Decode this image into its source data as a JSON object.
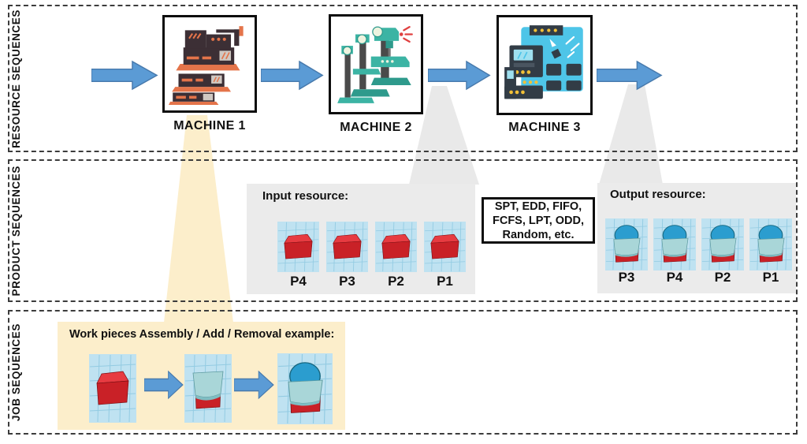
{
  "lanes": [
    {
      "label": "RESOURCE SEQUENCES"
    },
    {
      "label": "PRODUCT SEQUENCES"
    },
    {
      "label": "JOB SEQUENCES"
    }
  ],
  "machines": [
    {
      "label": "MACHINE 1"
    },
    {
      "label": "MACHINE 2"
    },
    {
      "label": "MACHINE 3"
    }
  ],
  "input_resource": {
    "title": "Input resource:",
    "items": [
      "P4",
      "P3",
      "P2",
      "P1"
    ]
  },
  "scheduling_rules": {
    "lines": [
      "SPT, EDD, FIFO,",
      "FCFS, LPT, ODD,",
      "Random, etc."
    ]
  },
  "output_resource": {
    "title": "Output resource:",
    "items": [
      "P3",
      "P4",
      "P2",
      "P1"
    ]
  },
  "job_example": {
    "title": "Work pieces Assembly / Add / Removal example:"
  },
  "colors": {
    "arrow": "#5b9bd5",
    "arrow_border": "#4779ac",
    "panel_gray": "#ebebeb",
    "panel_yellow": "#fceecb",
    "beam_gray": "#e9e9e9",
    "tile_blue": "#bfe2f1",
    "tile_grid": "#93cbe2",
    "cube_red": "#c92127",
    "cube_red_top": "#e73b41",
    "cup_teal": "#a9d6d8",
    "cup_teal_dark": "#7fbdc2",
    "sphere_blue": "#2b9dcf",
    "ink": "#111111",
    "machine1_body": "#3c2f35",
    "machine1_accent": "#e4744a",
    "machine2_teal": "#3cb4a4",
    "machine2_dark": "#2e9a8c",
    "machine3_cyan": "#4ec5e8",
    "machine3_navy": "#323c46",
    "machine3_yellow": "#f2c037"
  }
}
